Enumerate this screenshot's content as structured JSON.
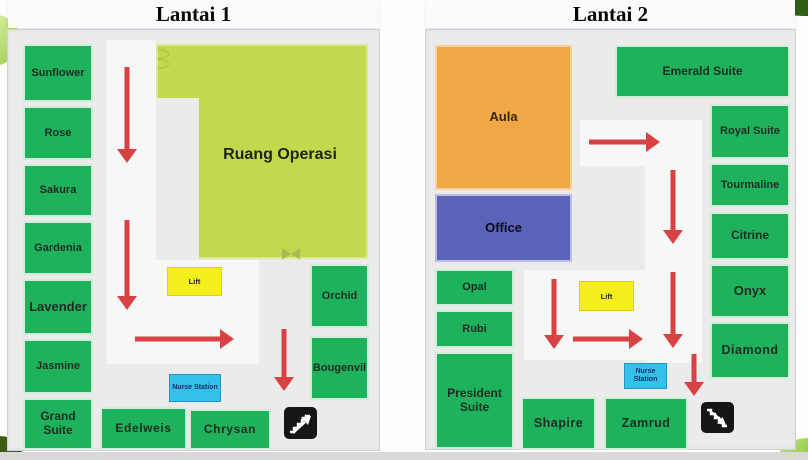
{
  "colors": {
    "room_green": "#1fb25c",
    "operasi_green": "#c3d84c",
    "aula_orange": "#f0a847",
    "office_blue": "#5a63b8",
    "lift_yellow": "#f4ee1c",
    "nurse_cyan": "#33c1ea",
    "arrow_red": "#d94242",
    "panel_bg": "#ebebeb",
    "corridor_white": "#f7f7f7"
  },
  "floor1": {
    "title": "Lantai 1",
    "rooms_left": [
      "Sunflower",
      "Rose",
      "Sakura",
      "Gardenia",
      "Lavender",
      "Jasmine",
      "Grand Suite"
    ],
    "operating_room": "Ruang Operasi",
    "lift": "Lift",
    "nurse_station": "Nurse Station",
    "rooms_right": [
      "Orchid",
      "Bougenvil"
    ],
    "rooms_bottom": [
      "Edelweis",
      "Chrysan"
    ]
  },
  "floor2": {
    "title": "Lantai 2",
    "hall": "Aula",
    "office": "Office",
    "rooms_left": [
      "Opal",
      "Rubi",
      "President Suite"
    ],
    "rooms_right": [
      "Emerald Suite",
      "Royal Suite",
      "Tourmaline",
      "Citrine",
      "Onyx",
      "Diamond"
    ],
    "rooms_bottom": [
      "Shapire",
      "Zamrud"
    ],
    "lift": "Lift",
    "nurse_station": "Nurse Station"
  },
  "icons": {
    "stairs_up": "stairs-up-icon",
    "stairs_down": "stairs-down-icon",
    "door_swing": "door-swing-icon",
    "double_door": "double-door-icon"
  }
}
